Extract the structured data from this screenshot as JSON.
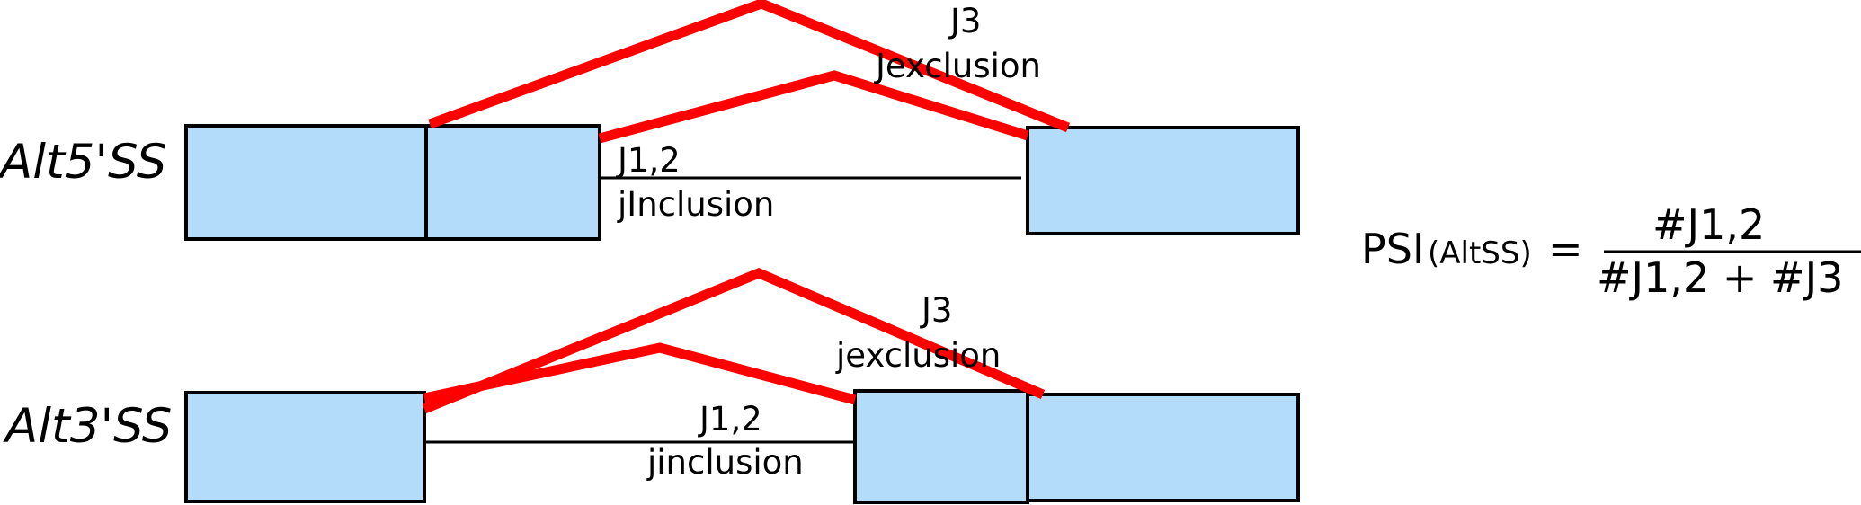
{
  "colors": {
    "exon_fill": "#b3dcfb",
    "junction_red": "#ff0000",
    "outline": "#000000"
  },
  "alt5": {
    "label": "Alt5'SS",
    "j3_label": "J3",
    "exclusion_label": "Jexclusion",
    "j12_label": "J1,2",
    "inclusion_label": "jInclusion"
  },
  "alt3": {
    "label": "Alt3'SS",
    "j3_label": "J3",
    "exclusion_label": "jexclusion",
    "j12_label": "J1,2",
    "inclusion_label": "jinclusion"
  },
  "formula": {
    "lhs_main": "PSI",
    "lhs_sub": "(AltSS)",
    "equals": "=",
    "numerator": "#J1,2",
    "denominator": "#J1,2 + #J3"
  }
}
